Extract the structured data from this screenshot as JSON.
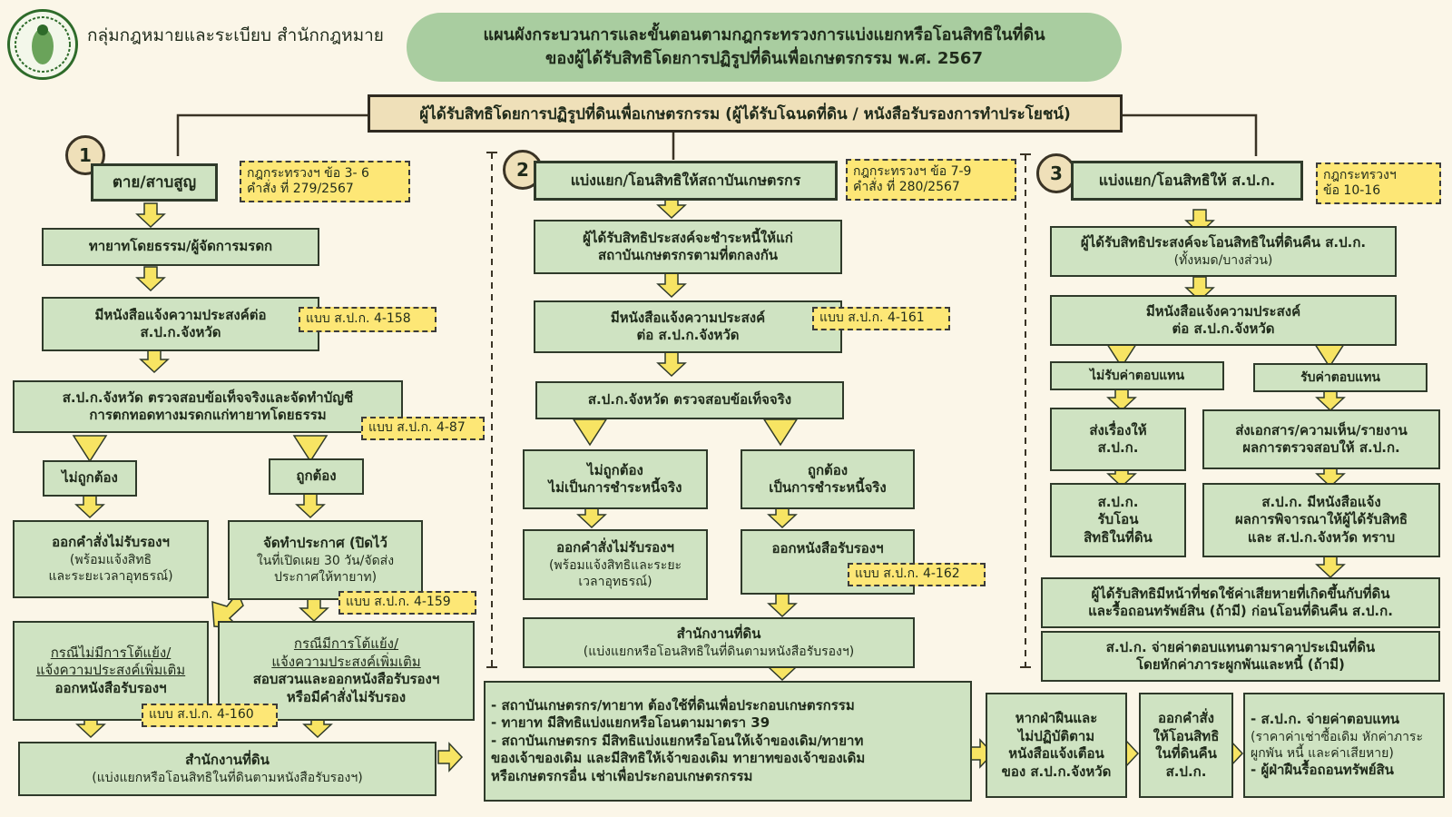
{
  "header": {
    "org": "กลุ่มกฎหมายและระเบียบ สำนักกฎหมาย",
    "title_line1": "แผนผังกระบวนการและขั้นตอนตามกฎกระทรวงการแบ่งแยกหรือโอนสิทธิในที่ดิน",
    "title_line2": "ของผู้ได้รับสิทธิโดยการปฏิรูปที่ดินเพื่อเกษตรกรรม พ.ศ. 2567"
  },
  "root": "ผู้ได้รับสิทธิโดยการปฏิรูปที่ดินเพื่อเกษตรกรรม (ผู้ได้รับโฉนดที่ดิน / หนังสือรับรองการทำประโยชน์)",
  "col1": {
    "num": "1",
    "head": "ตาย/สาบสูญ",
    "ref1": "กฎกระทรวงฯ ข้อ 3- 6",
    "ref2": "คำสั่ง ที่ 279/2567",
    "heir": "ทายาทโดยธรรม/ผู้จัดการมรดก",
    "notice1": "มีหนังสือแจ้งความประสงค์ต่อ",
    "notice2": "ส.ป.ก.จังหวัด",
    "form158": "แบบ ส.ป.ก. 4-158",
    "check1": "ส.ป.ก.จังหวัด  ตรวจสอบข้อเท็จจริงและจัดทำบัญชี",
    "check2": "การตกทอดทางมรดกแก่ทายาทโดยธรรม",
    "form87": "แบบ ส.ป.ก. 4-87",
    "wrong": "ไม่ถูกต้อง",
    "right": "ถูกต้อง",
    "reject1": "ออกคำสั่งไม่รับรองฯ",
    "reject2": "(พร้อมแจ้งสิทธิ",
    "reject3": "และระยะเวลาอุทธรณ์)",
    "announce1": "จัดทำประกาศ (ปิดไว้",
    "announce2": "ในที่เปิดเผย 30 วัน/จัดส่ง",
    "announce3": "ประกาศให้ทายาท)",
    "form159": "แบบ ส.ป.ก. 4-159",
    "noobj1": "กรณีไม่มีการโต้แย้ง/",
    "noobj2": "แจ้งความประสงค์เพิ่มเติม",
    "noobj3": "ออกหนังสือรับรองฯ",
    "obj1": "กรณีมีการโต้แย้ง/",
    "obj2": "แจ้งความประสงค์เพิ่มเติม",
    "obj3": "สอบสวนและออกหนังสือรับรองฯ",
    "obj4": "หรือมีคำสั่งไม่รับรอง",
    "form160": "แบบ ส.ป.ก. 4-160",
    "land1": "สำนักงานที่ดิน",
    "land2": "(แบ่งแยกหรือโอนสิทธิในที่ดินตามหนังสือรับรองฯ)"
  },
  "col2": {
    "num": "2",
    "head": "แบ่งแยก/โอนสิทธิให้สถาบันเกษตรกร",
    "ref1": "กฎกระทรวงฯ ข้อ 7-9",
    "ref2": "คำสั่ง ที่ 280/2567",
    "intent1": "ผู้ได้รับสิทธิประสงค์จะชำระหนี้ให้แก่",
    "intent2": "สถาบันเกษตรกรตามที่ตกลงกัน",
    "notice1": "มีหนังสือแจ้งความประสงค์",
    "notice2": "ต่อ ส.ป.ก.จังหวัด",
    "form161": "แบบ ส.ป.ก. 4-161",
    "check": "ส.ป.ก.จังหวัด ตรวจสอบข้อเท็จจริง",
    "wrong1": "ไม่ถูกต้อง",
    "wrong2": "ไม่เป็นการชำระหนี้จริง",
    "right1": "ถูกต้อง",
    "right2": "เป็นการชำระหนี้จริง",
    "reject1": "ออกคำสั่งไม่รับรองฯ",
    "reject2": "(พร้อมแจ้งสิทธิและระยะ",
    "reject3": "เวลาอุทธรณ์)",
    "cert": "ออกหนังสือรับรองฯ",
    "form162": "แบบ ส.ป.ก. 4-162",
    "land1": "สำนักงานที่ดิน",
    "land2": "(แบ่งแยกหรือโอนสิทธิในที่ดินตามหนังสือรับรองฯ)"
  },
  "col3": {
    "num": "3",
    "head": "แบ่งแยก/โอนสิทธิให้ ส.ป.ก.",
    "ref1": "กฎกระทรวงฯ",
    "ref2": "ข้อ 10-16",
    "intent1": "ผู้ได้รับสิทธิประสงค์จะโอนสิทธิในที่ดินคืน ส.ป.ก.",
    "intent2": "(ทั้งหมด/บางส่วน)",
    "notice1": "มีหนังสือแจ้งความประสงค์",
    "notice2": "ต่อ ส.ป.ก.จังหวัด",
    "nocomp": "ไม่รับค่าตอบแทน",
    "comp": "รับค่าตอบแทน",
    "send1": "ส่งเรื่องให้",
    "send2": "ส.ป.ก.",
    "docs1": "ส่งเอกสาร/ความเห็น/รายงาน",
    "docs2": "ผลการตรวจสอบให้ ส.ป.ก.",
    "accept1": "ส.ป.ก.",
    "accept2": "รับโอน",
    "accept3": "สิทธิในที่ดิน",
    "inform1": "ส.ป.ก. มีหนังสือแจ้ง",
    "inform2": "ผลการพิจารณาให้ผู้ได้รับสิทธิ",
    "inform3": "และ ส.ป.ก.จังหวัด ทราบ",
    "duty1": "ผู้ได้รับสิทธิมีหน้าที่ชดใช้ค่าเสียหายที่เกิดขึ้นกับที่ดิน",
    "duty2": "และรื้อถอนทรัพย์สิน (ถ้ามี) ก่อนโอนที่ดินคืน ส.ป.ก.",
    "pay1": "ส.ป.ก. จ่ายค่าตอบแทนตามราคาประเมินที่ดิน",
    "pay2": "โดยหักค่าภาระผูกพันและหนี้ (ถ้ามี)"
  },
  "bottom": {
    "rules1": "- สถาบันเกษตรกร/ทายาท ต้องใช้ที่ดินเพื่อประกอบเกษตรกรรม",
    "rules2": "- ทายาท มีสิทธิแบ่งแยกหรือโอนตามมาตรา 39",
    "rules3": "- สถาบันเกษตรกร มีสิทธิแบ่งแยกหรือโอนให้เจ้าของเดิม/ทายาท",
    "rules4": "ของเจ้าของเดิม และมีสิทธิให้เจ้าของเดิม ทายาทของเจ้าของเดิม",
    "rules5": "หรือเกษตรกรอื่น เช่าเพื่อประกอบเกษตรกรรม",
    "viol1": "หากฝ่าฝืนและ",
    "viol2": "ไม่ปฏิบัติตาม",
    "viol3": "หนังสือแจ้งเตือน",
    "viol4": "ของ ส.ป.ก.จังหวัด",
    "order1": "ออกคำสั่ง",
    "order2": "ให้โอนสิทธิ",
    "order3": "ในที่ดินคืน",
    "order4": "ส.ป.ก.",
    "final1": "- ส.ป.ก. จ่ายค่าตอบแทน",
    "final2": "(ราคาค่าเช่าซื้อเดิม หักค่าภาระ",
    "final3": "ผูกพัน หนี้ และค่าเสียหาย)",
    "final4": "- ผู้ฝ่าฝืนรื้อถอนทรัพย์สิน"
  },
  "colors": {
    "background": "#fbf6e8",
    "box": "#cfe3c2",
    "note": "#fde776",
    "arrow": "#f7e463",
    "header": "#a9cda0",
    "root": "#efe0b9"
  }
}
